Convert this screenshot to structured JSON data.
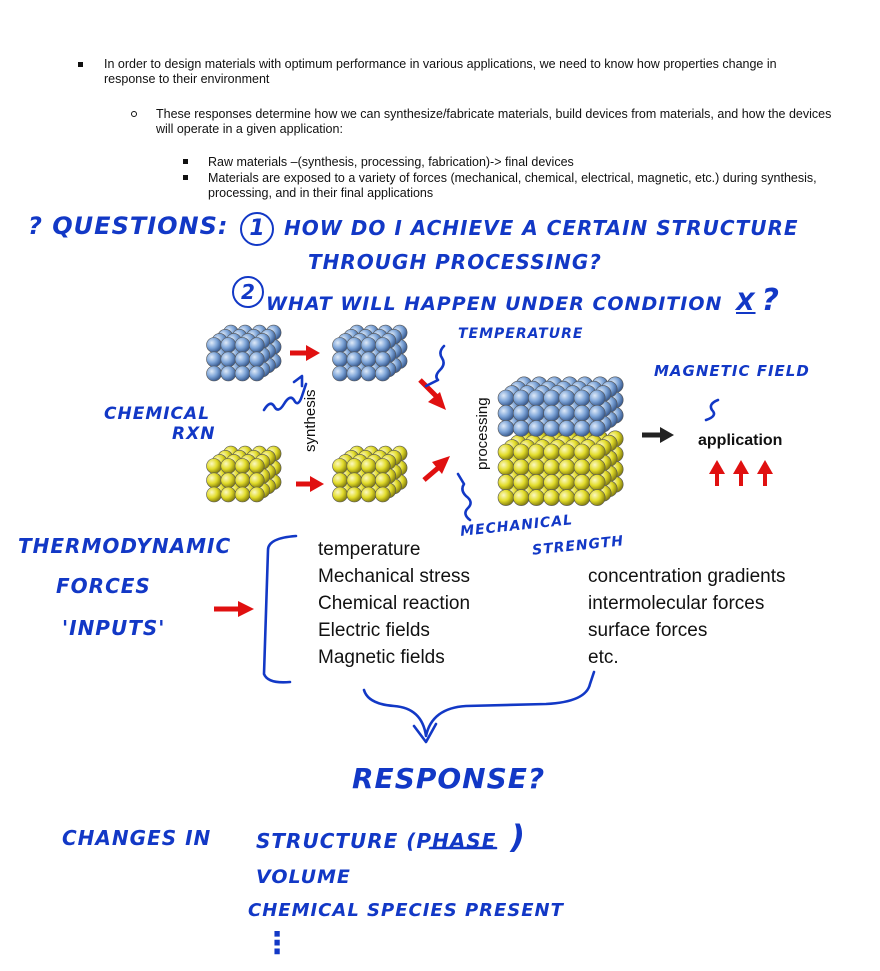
{
  "typed": {
    "bullet1": "In order to design materials with optimum performance in various applications, we need to know how properties change in response to their environment",
    "bullet2": "These responses determine how we can synthesize/fabricate materials, build devices from materials, and how the devices will operate in a given application:",
    "bullet3a": "Raw materials –(synthesis, processing, fabrication)-> final devices",
    "bullet3b": "Materials are exposed to a variety of forces (mechanical, chemical, electrical, magnetic, etc.) during synthesis, processing, and in their final applications"
  },
  "notes": {
    "questions_prefix": "? QUESTIONS:",
    "q1_num": "1",
    "q1_line1": "HOW DO I ACHIEVE A CERTAIN STRUCTURE",
    "q1_line2": "THROUGH PROCESSING?",
    "q2_num": "2",
    "q2_pre": "WHAT WILL HAPPEN UNDER CONDITION",
    "q2_x": "X",
    "q2_post": "?",
    "temperature": "TEMPERATURE",
    "magnetic_field": "MAGNETIC FIELD",
    "chemical_rxn_1": "CHEMICAL",
    "chemical_rxn_2": "RXN",
    "mechanical_1": "MECHANICAL",
    "mechanical_2": "STRENGTH",
    "thermo_1": "THERMODYNAMIC",
    "thermo_2": "FORCES",
    "thermo_3": "'INPUTS'",
    "response": "RESPONSE?",
    "changes_in": "CHANGES IN",
    "structure": "STRUCTURE (",
    "phase": "PHASE",
    "paren_close": ")",
    "volume": "VOLUME",
    "species": "CHEMICAL SPECIES PRESENT",
    "dots": "⋮"
  },
  "diagram": {
    "synthesis": "synthesis",
    "processing": "processing",
    "application": "application"
  },
  "forces": {
    "left": [
      "temperature",
      "Mechanical stress",
      "Chemical reaction",
      "Electric fields",
      "Magnetic fields"
    ],
    "right": [
      "concentration gradients",
      "intermolecular forces",
      "surface forces",
      "etc."
    ]
  },
  "colors": {
    "ink": "#1238c6",
    "arrow_red": "#e01010",
    "sphere_blue": "#7fa6d9",
    "sphere_yellow": "#e2dc2a"
  }
}
